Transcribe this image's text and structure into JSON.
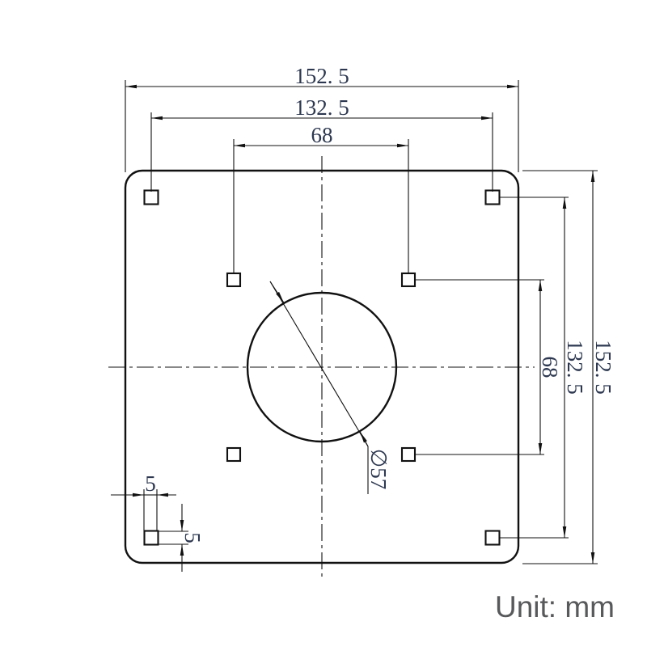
{
  "drawing": {
    "unit_note": "Unit: mm",
    "dim_top_overall": "152. 5",
    "dim_top_bolt_spacing": "132. 5",
    "dim_top_inner_spacing": "68",
    "dim_right_inner_spacing": "68",
    "dim_right_bolt_spacing": "132. 5",
    "dim_right_overall": "152. 5",
    "dim_corner_hole_width": "5",
    "dim_corner_hole_height": "5",
    "dim_center_circle_diameter": "∅57"
  },
  "colors": {
    "line": "#111111",
    "dim_text": "#2d3850",
    "note_text": "#58595b"
  }
}
